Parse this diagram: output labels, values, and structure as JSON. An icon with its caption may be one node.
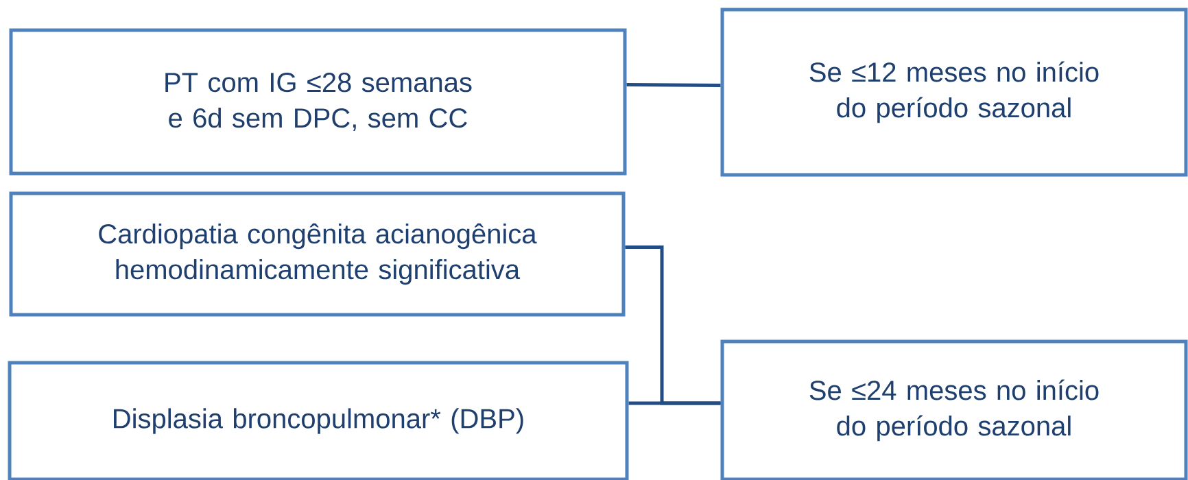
{
  "diagram": {
    "nodes": [
      {
        "text": [
          "PT com IG ≤28 semanas e 6d sem DPC, sem CC"
        ]
      },
      {
        "text": [
          "Se ≤12 meses no início do período sazonal"
        ]
      },
      {
        "text": [
          "Cardiopatia congênita acianogênica hemodinamicamente significativa"
        ]
      },
      {
        "text": [
          "Displasia broncopulmonar* (DBP)"
        ]
      },
      {
        "text": [
          "Se ≤24 meses no início do período sazonal"
        ]
      }
    ],
    "edges": [
      {
        "from": 0,
        "to": 1,
        "arrow": "none"
      },
      {
        "from": 2,
        "to": 4,
        "arrow": "none"
      },
      {
        "from": 3,
        "to": 4,
        "arrow": "none"
      }
    ]
  }
}
